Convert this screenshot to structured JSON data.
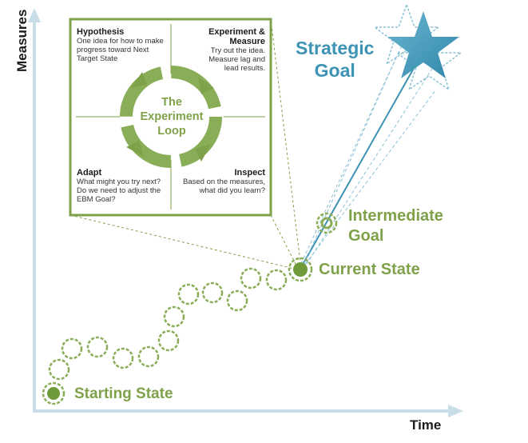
{
  "axes": {
    "y_label": "Measures",
    "x_label": "Time"
  },
  "states": {
    "starting": "Starting State",
    "current": "Current State",
    "intermediate_line1": "Intermediate",
    "intermediate_line2": "Goal",
    "strategic_line1": "Strategic",
    "strategic_line2": "Goal"
  },
  "loop": {
    "title_line1": "The",
    "title_line2": "Experiment",
    "title_line3": "Loop",
    "hypothesis": {
      "title": "Hypothesis",
      "text": "One idea for how to make progress toward Next Target State"
    },
    "experiment": {
      "title_line1": "Experiment &",
      "title_line2": "Measure",
      "text": "Try out the idea. Measure lag and lead results."
    },
    "adapt": {
      "title": "Adapt",
      "text": "What might you try next? Do we need to adjust the EBM Goal?"
    },
    "inspect": {
      "title": "Inspect",
      "text": "Based on the measures, what did you learn?"
    }
  },
  "colors": {
    "green": "#7fa14a",
    "blue": "#3d93b5",
    "axis": "#c9dde8"
  }
}
